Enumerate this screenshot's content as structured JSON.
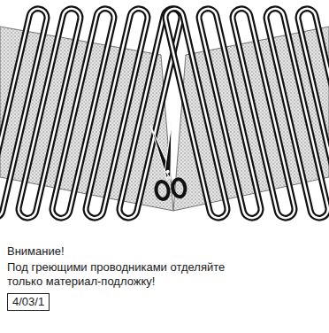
{
  "diagram": {
    "nodes": [
      {
        "text": [
          "4/03/1"
        ]
      }
    ],
    "labels": [
      "Внимание!",
      "Под греющими проводниками отделяйте только материал-подложку!"
    ]
  }
}
